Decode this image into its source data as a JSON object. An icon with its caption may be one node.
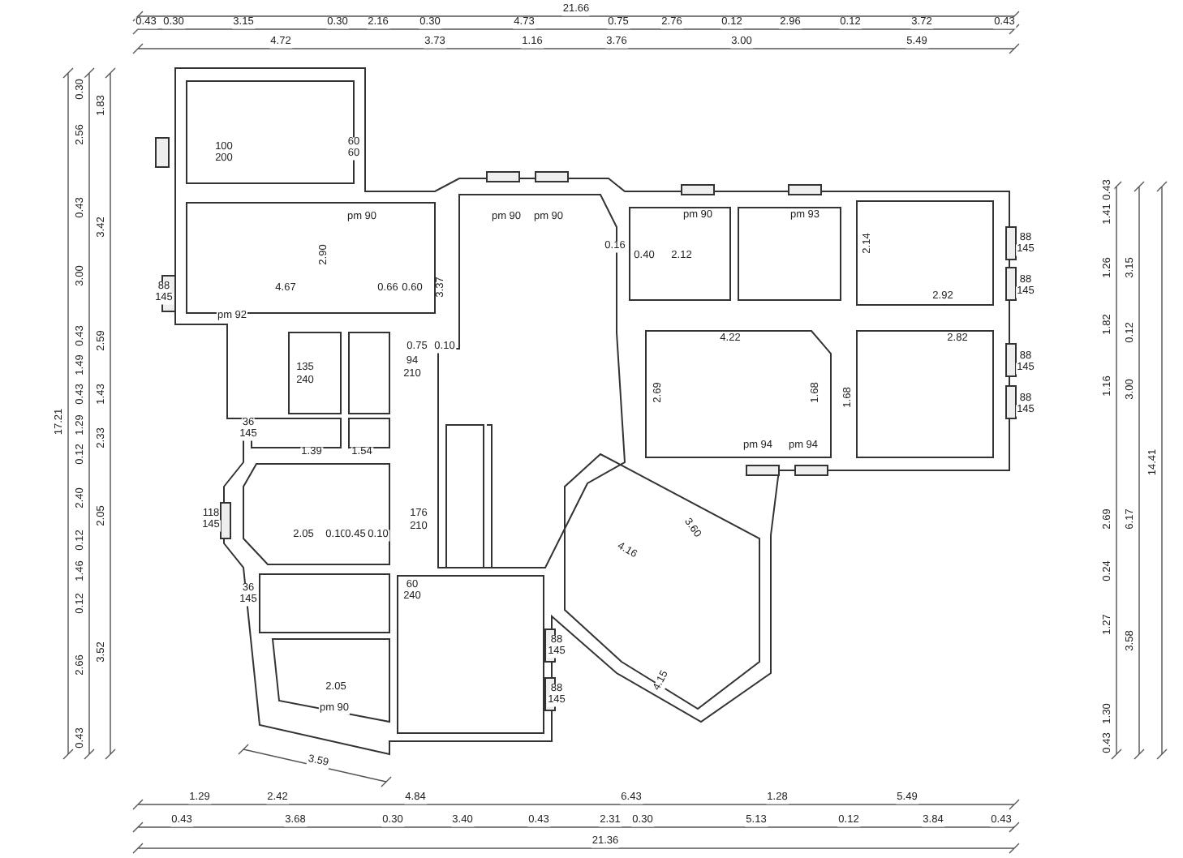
{
  "diagram": {
    "labels": [
      "21.66",
      "0.43",
      "0.30",
      "3.15",
      "0.30",
      "2.16",
      "0.30",
      "4.73",
      "0.75",
      "2.76",
      "0.12",
      "2.96",
      "0.12",
      "3.72",
      "0.43",
      "4.72",
      "3.73",
      "1.16",
      "3.76",
      "3.00",
      "5.49",
      "17.21",
      "0.30",
      "2.56",
      "0.43",
      "3.00",
      "0.43",
      "1.49",
      "0.43",
      "1.29",
      "0.12",
      "2.40",
      "0.12",
      "1.46",
      "0.12",
      "2.66",
      "0.43",
      "1.83",
      "3.42",
      "2.59",
      "1.43",
      "2.33",
      "2.05",
      "3.52",
      "0.43",
      "1.41",
      "1.26",
      "1.82",
      "1.16",
      "2.69",
      "0.24",
      "1.27",
      "1.30",
      "0.43",
      "3.15",
      "0.12",
      "3.00",
      "6.17",
      "3.58",
      "14.41",
      "3.59",
      "1.29",
      "2.42",
      "4.84",
      "6.43",
      "1.28",
      "5.49",
      "0.43",
      "3.68",
      "0.30",
      "3.40",
      "0.43",
      "2.31",
      "0.30",
      "5.13",
      "0.12",
      "3.84",
      "0.43",
      "21.36",
      "4.67",
      "2.90",
      "0.66",
      "0.60",
      "3.37",
      "0.75",
      "0.10",
      "94",
      "210",
      "135",
      "240",
      "100",
      "200",
      "60",
      "60",
      "pm 92",
      "pm 90",
      "pm 90",
      "pm 90",
      "pm 90",
      "pm 93",
      "0.16",
      "0.40",
      "2.12",
      "2.14",
      "2.92",
      "4.22",
      "2.82",
      "2.69",
      "1.68",
      "1.68",
      "pm 94",
      "pm 94",
      "88",
      "145",
      "88",
      "145",
      "88",
      "145",
      "88",
      "145",
      "36",
      "145",
      "1.39",
      "1.54",
      "118",
      "145",
      "2.05",
      "0.10",
      "0.45",
      "0.10",
      "176",
      "210",
      "36",
      "145",
      "60",
      "240",
      "2.05",
      "pm 90",
      "88",
      "145",
      "88",
      "145",
      "3.60",
      "4.16",
      "4.15",
      "88",
      "145"
    ]
  }
}
